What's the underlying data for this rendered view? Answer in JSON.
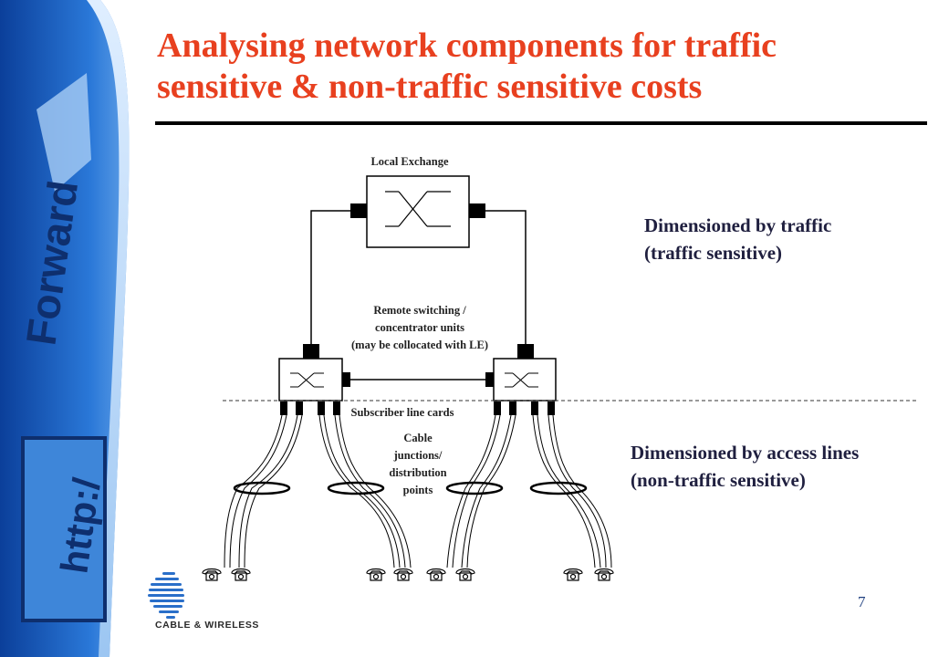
{
  "slide": {
    "title_line1": "Analysing network components for traffic",
    "title_line2": "sensitive & non-traffic sensitive costs",
    "page_number": "7"
  },
  "sidebar": {
    "browser_label_1": "Forward",
    "browser_label_2": "http:/"
  },
  "diagram": {
    "local_exchange_label": "Local Exchange",
    "remote_units_label": [
      "Remote  switching /",
      "concentrator units",
      "(may be collocated with LE)"
    ],
    "line_cards_label": "Subscriber line cards",
    "cable_label": [
      "Cable",
      "junctions/",
      "distribution",
      "points"
    ]
  },
  "notes": {
    "traffic": [
      "Dimensioned by traffic",
      "(traffic sensitive)"
    ],
    "access": [
      "Dimensioned by access lines",
      "(non-traffic sensitive)"
    ]
  },
  "logo": {
    "brand_text": "CABLE & WIRELESS"
  },
  "colors": {
    "title": "#e8401f",
    "sidebar_blue": "#1f63c4",
    "note_text": "#1f1f3f"
  }
}
